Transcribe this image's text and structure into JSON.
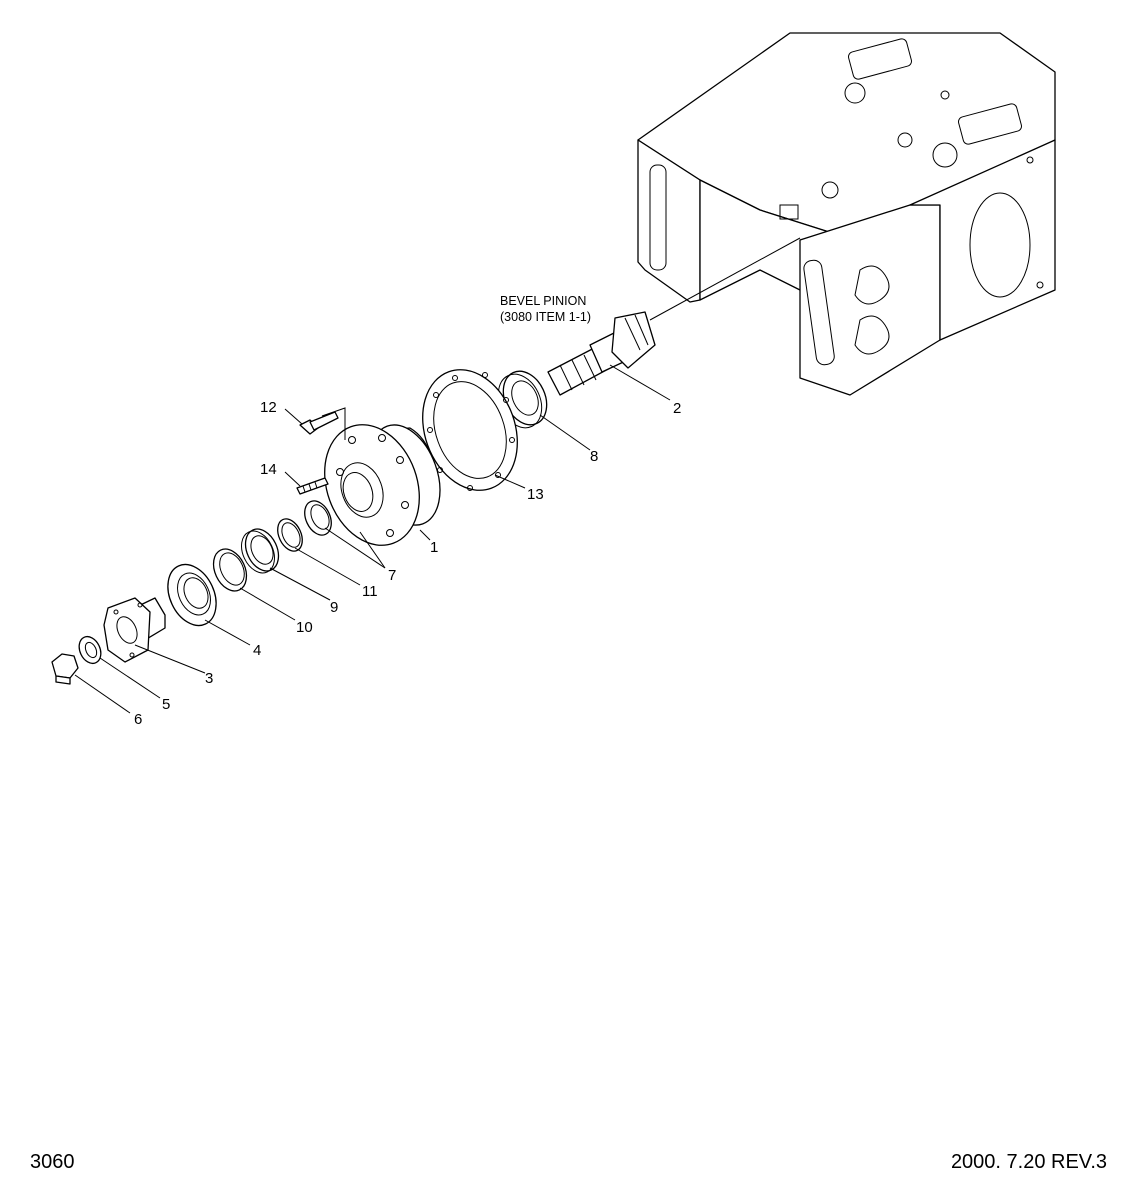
{
  "callout": {
    "line1": "BEVEL PINION",
    "line2": "(3080 ITEM 1-1)"
  },
  "parts": [
    {
      "id": "1"
    },
    {
      "id": "2"
    },
    {
      "id": "3"
    },
    {
      "id": "4"
    },
    {
      "id": "5"
    },
    {
      "id": "6"
    },
    {
      "id": "7"
    },
    {
      "id": "8"
    },
    {
      "id": "9"
    },
    {
      "id": "10"
    },
    {
      "id": "11"
    },
    {
      "id": "12"
    },
    {
      "id": "13"
    },
    {
      "id": "14"
    }
  ],
  "footer": {
    "page_number": "3060",
    "revision": "2000. 7.20 REV.3"
  }
}
